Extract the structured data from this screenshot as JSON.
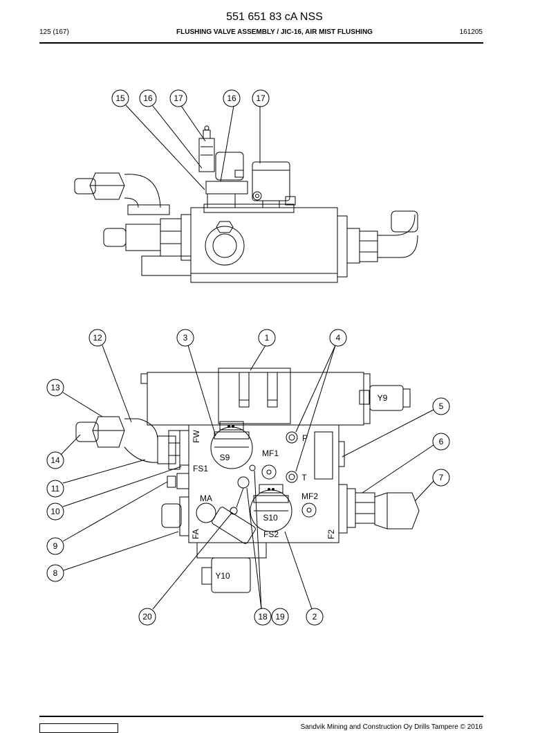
{
  "header": {
    "doc_id": "551 651 83 cA NSS",
    "page": "125 (167)",
    "title": "FLUSHING VALVE ASSEMBLY / JIC-16, AIR MIST FLUSHING",
    "code": "161205"
  },
  "top_view": {
    "callouts": [
      "15",
      "16",
      "17",
      "16",
      "17"
    ]
  },
  "bottom_view": {
    "callouts": [
      "12",
      "3",
      "1",
      "4",
      "13",
      "5",
      "6",
      "14",
      "7",
      "11",
      "10",
      "9",
      "8",
      "20",
      "18",
      "19",
      "2"
    ],
    "labels": {
      "fw": "FW",
      "s9": "S9",
      "fs1": "FS1",
      "mf1": "MF1",
      "p": "P",
      "t": "T",
      "ma": "MA",
      "mf2": "MF2",
      "s10": "S10",
      "fs2": "FS2",
      "fa": "FA",
      "f2": "F2",
      "y9": "Y9",
      "y10": "Y10"
    }
  },
  "footer": {
    "copyright": "Sandvik Mining and Construction Oy Drills Tampere © 2016"
  }
}
